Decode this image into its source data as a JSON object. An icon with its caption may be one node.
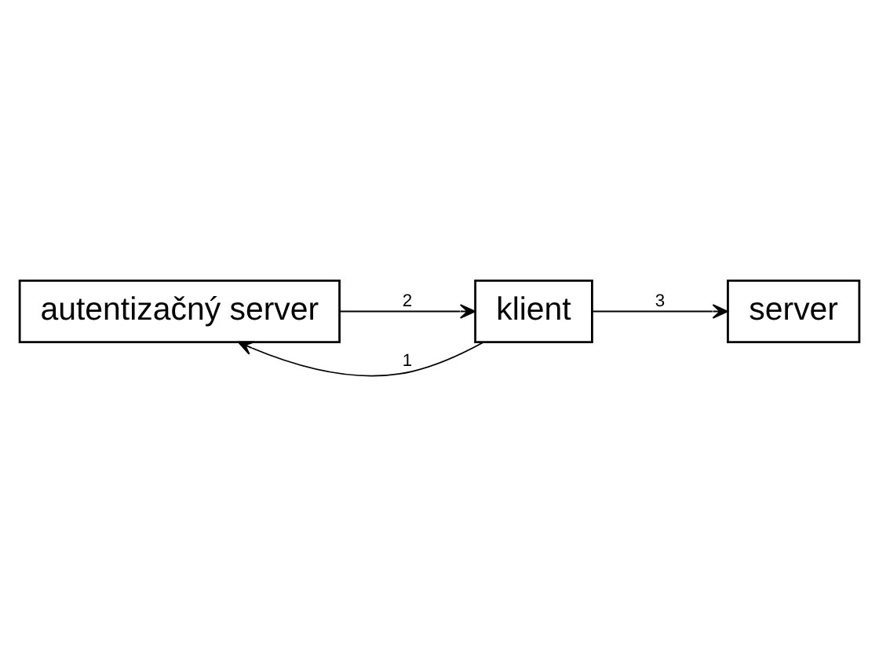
{
  "diagram": {
    "nodes": [
      {
        "text": [
          "autentizačný server"
        ]
      },
      {
        "text": [
          "klient"
        ]
      },
      {
        "text": [
          "server"
        ]
      }
    ],
    "edges": [
      {
        "from": 1,
        "to": 0,
        "arrow": "to",
        "label": "1"
      },
      {
        "from": 0,
        "to": 1,
        "arrow": "to",
        "label": "2"
      },
      {
        "from": 1,
        "to": 2,
        "arrow": "to",
        "label": "3"
      }
    ]
  }
}
